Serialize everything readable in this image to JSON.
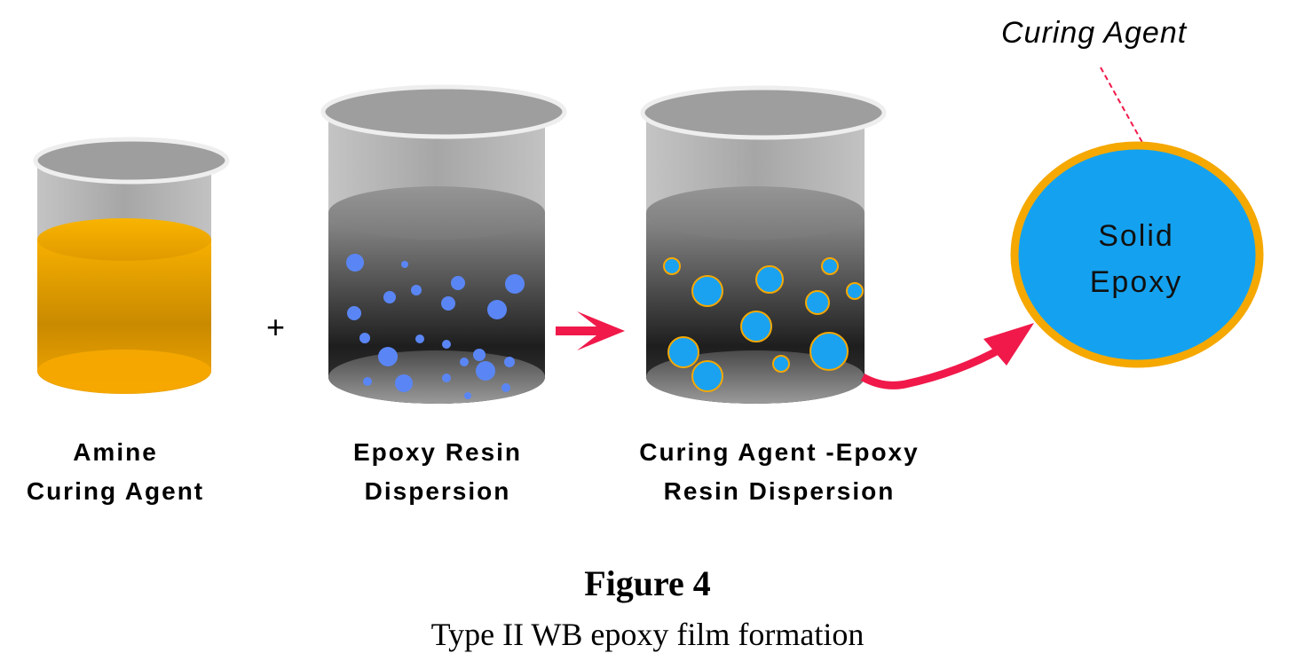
{
  "labels": {
    "beaker1_line1": "Amine",
    "beaker1_line2": "Curing Agent",
    "beaker2_line1": "Epoxy Resin",
    "beaker2_line2": "Dispersion",
    "beaker3_line1": "Curing Agent -Epoxy",
    "beaker3_line2": "Resin Dispersion",
    "plus": "+",
    "curing_agent_callout": "Curing Agent",
    "solid_line1": "Solid",
    "solid_line2": "Epoxy"
  },
  "figure": {
    "title": "Figure 4",
    "caption": "Type II WB epoxy film formation"
  },
  "colors": {
    "amine_liquid": "#f5a800",
    "epoxy_droplet": "#5a86f5",
    "cured_particle": "#1aa2f0",
    "particle_ring": "#f5a800",
    "arrow": "#f0194a",
    "solid_epoxy_fill": "#14a2f0",
    "solid_epoxy_ring": "#f5a800"
  }
}
